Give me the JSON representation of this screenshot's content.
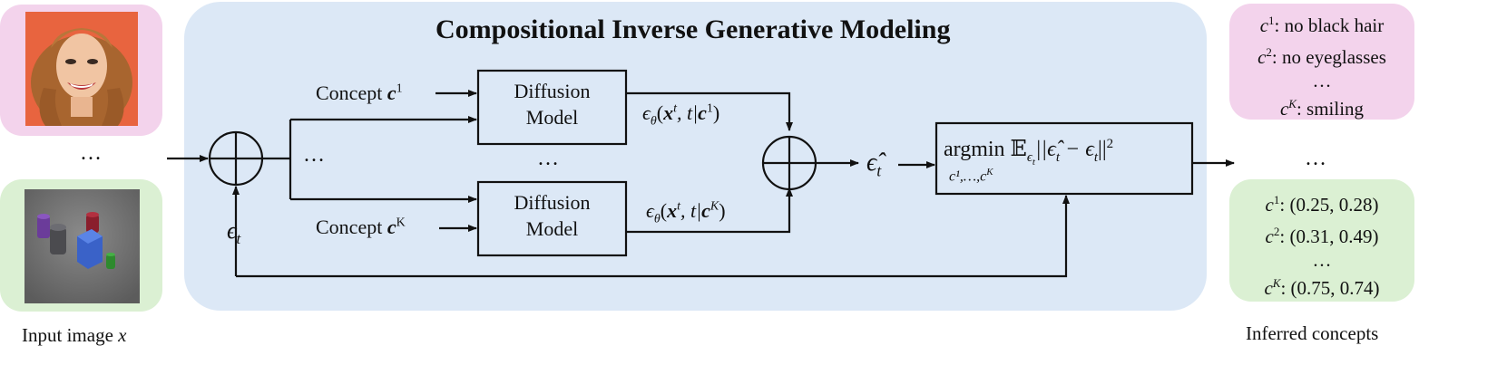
{
  "title": "Compositional Inverse Generative Modeling",
  "input": {
    "caption_prefix": "Input image ",
    "caption_var": "x",
    "dots": "…"
  },
  "concept_top": {
    "prefix": "Concept ",
    "var": "c",
    "sup": "1"
  },
  "concept_bottom": {
    "prefix": "Concept ",
    "var": "c",
    "sup": "K"
  },
  "diffusion_model_label": [
    "Diffusion",
    "Model"
  ],
  "middle_dots": "…",
  "branch_dots": "…",
  "eps_out_top": {
    "eps": "ϵ",
    "sub": "θ",
    "open": "(",
    "x": "x",
    "xsup": "t",
    "mid": ", t|",
    "c": "c",
    "csup": "1",
    "close": ")"
  },
  "eps_out_bottom": {
    "eps": "ϵ",
    "sub": "θ",
    "open": "(",
    "x": "x",
    "xsup": "t",
    "mid": ", t|",
    "c": "c",
    "csup": "K",
    "close": ")"
  },
  "eps_t": {
    "eps": "ϵ",
    "sub": "t"
  },
  "eps_hat": {
    "eps": "ϵ̂",
    "sub": "t"
  },
  "argmin": {
    "word": "argmin",
    "under": "c¹,…,c",
    "under_sup": "K",
    "expectation": "𝔼",
    "exp_sub": "ϵ",
    "exp_subsub": "t",
    "body": "||ϵ̂",
    "body_sub": "t",
    "minus": "  − ϵ",
    "minus_sub": "t",
    "close": "||",
    "power": "2"
  },
  "output": {
    "caption": "Inferred concepts",
    "dots": "…",
    "face_concepts": [
      {
        "var": "c",
        "sup": "1",
        "text": ": no black hair"
      },
      {
        "var": "c",
        "sup": "2",
        "text": ": no eyeglasses"
      },
      {
        "var": "",
        "sup": "",
        "text": "…"
      },
      {
        "var": "c",
        "sup": "K",
        "text": ": smiling"
      }
    ],
    "object_concepts": [
      {
        "var": "c",
        "sup": "1",
        "text": ": (0.25, 0.28)"
      },
      {
        "var": "c",
        "sup": "2",
        "text": ": (0.31, 0.49)"
      },
      {
        "var": "",
        "sup": "",
        "text": "…"
      },
      {
        "var": "c",
        "sup": "K",
        "text": ": (0.75, 0.74)"
      }
    ]
  },
  "colors": {
    "main_panel": "#dce8f6",
    "pink_panel": "#f3d3ec",
    "green_panel": "#dbf0d3",
    "box_fill": "#dce8f6",
    "stroke": "#111111"
  },
  "icons": [
    "face-photo",
    "clevr-objects-render",
    "sum-circle-icon"
  ]
}
